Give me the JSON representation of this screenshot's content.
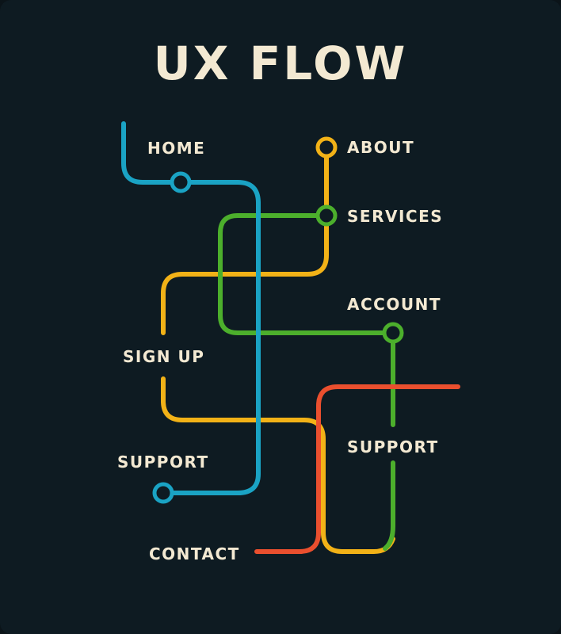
{
  "title": "UX FLOW",
  "colors": {
    "background": "#0e1b22",
    "text": "#f3e9d2",
    "blue": "#1aa3c4",
    "yellow": "#f2b217",
    "green": "#4caf2c",
    "red": "#ea4f2e"
  },
  "labels": {
    "home": "HOME",
    "about": "ABOUT",
    "services": "SERVICES",
    "account": "ACCOUNT",
    "sign_up": "SIGN UP",
    "support_right": "SUPPORT",
    "support_left": "SUPPORT",
    "contact": "CONTACT"
  }
}
